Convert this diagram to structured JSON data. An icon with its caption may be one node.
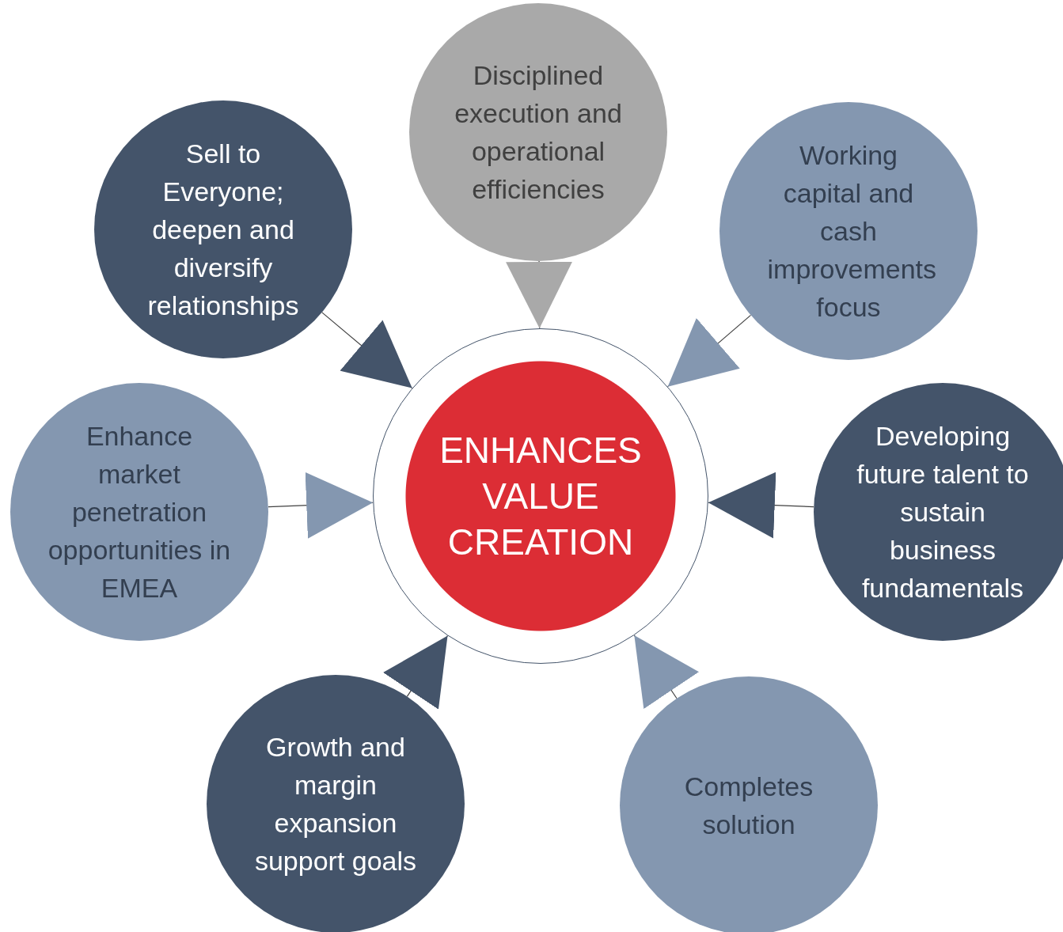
{
  "diagram": {
    "nodes": [
      {
        "text": [],
        "shape": "circle"
      },
      {
        "text": [
          "ENHANCES VALUE CREATION"
        ],
        "in": 0
      },
      {
        "text": [
          "Disciplined execution and operational efficiencies"
        ]
      },
      {
        "text": [
          "Sell to Everyone; deepen and diversify relationships"
        ]
      },
      {
        "text": [
          "Working capital and cash improvements focus"
        ]
      },
      {
        "text": [
          "Enhance market penetration opportunities in EMEA"
        ]
      },
      {
        "text": [
          "Developing future talent to sustain business fundamentals"
        ]
      },
      {
        "text": [
          "Growth and margin expansion support goals"
        ]
      },
      {
        "text": [
          "Completes solution"
        ]
      }
    ],
    "edges": [
      {
        "from": 2,
        "to": 0,
        "arrow": "to"
      },
      {
        "from": 3,
        "to": 0,
        "arrow": "to"
      },
      {
        "from": 4,
        "to": 0,
        "arrow": "to"
      },
      {
        "from": 5,
        "to": 0,
        "arrow": "to"
      },
      {
        "from": 6,
        "to": 0,
        "arrow": "to"
      },
      {
        "from": 7,
        "to": 0,
        "arrow": "to"
      },
      {
        "from": 8,
        "to": 0,
        "arrow": "to"
      }
    ]
  }
}
